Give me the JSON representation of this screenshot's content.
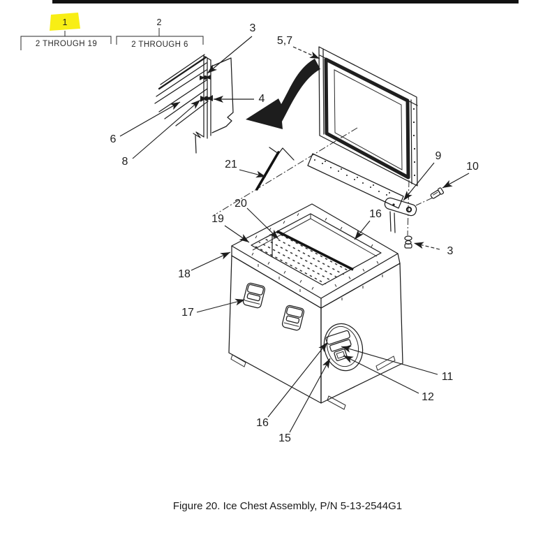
{
  "caption": "Figure 20. Ice Chest Assembly, P/N 5-13-2544G1",
  "legend": {
    "items": [
      {
        "number": "1",
        "range_label": "2 THROUGH 19",
        "highlighted": true
      },
      {
        "number": "2",
        "range_label": "2 THROUGH 6",
        "highlighted": false
      }
    ]
  },
  "callouts": {
    "item3_top": "3",
    "item5_7": "5,7",
    "item4": "4",
    "item6": "6",
    "item8": "8",
    "item21": "21",
    "item9": "9",
    "item10": "10",
    "item3_right": "3",
    "item20": "20",
    "item16_upper": "16",
    "item19": "19",
    "item18": "18",
    "item17": "17",
    "item11": "11",
    "item12": "12",
    "item16_lower": "16",
    "item15": "15"
  },
  "colors": {
    "ink": "#1d1d1d",
    "highlight_yellow": "#f8ee15",
    "background": "#ffffff"
  }
}
